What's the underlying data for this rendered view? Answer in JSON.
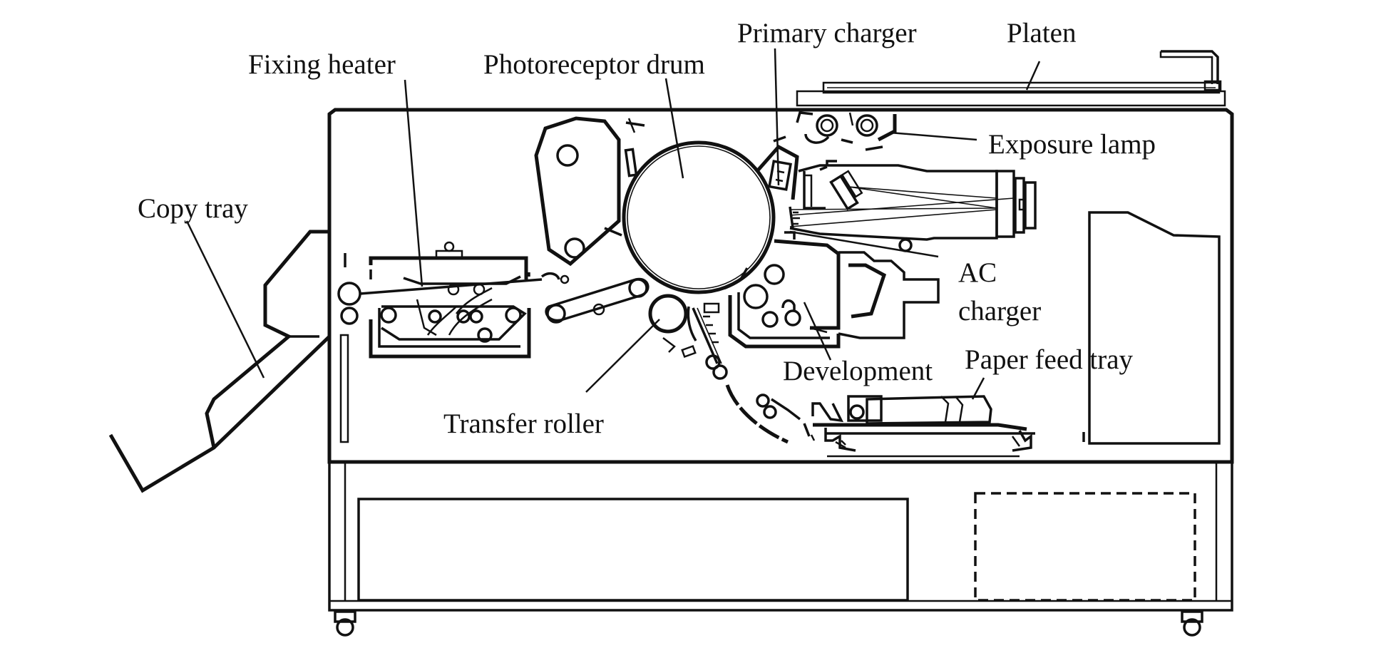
{
  "diagram": {
    "labels": {
      "primary_charger": "Primary charger",
      "platen": "Platen",
      "fixing_heater": "Fixing heater",
      "photoreceptor_drum": "Photoreceptor drum",
      "exposure_lamp": "Exposure lamp",
      "copy_tray": "Copy tray",
      "ac_charger_line1": "AC",
      "ac_charger_line2": "charger",
      "paper_feed_tray": "Paper feed tray",
      "development": "Development",
      "transfer_roller": "Transfer roller"
    }
  }
}
